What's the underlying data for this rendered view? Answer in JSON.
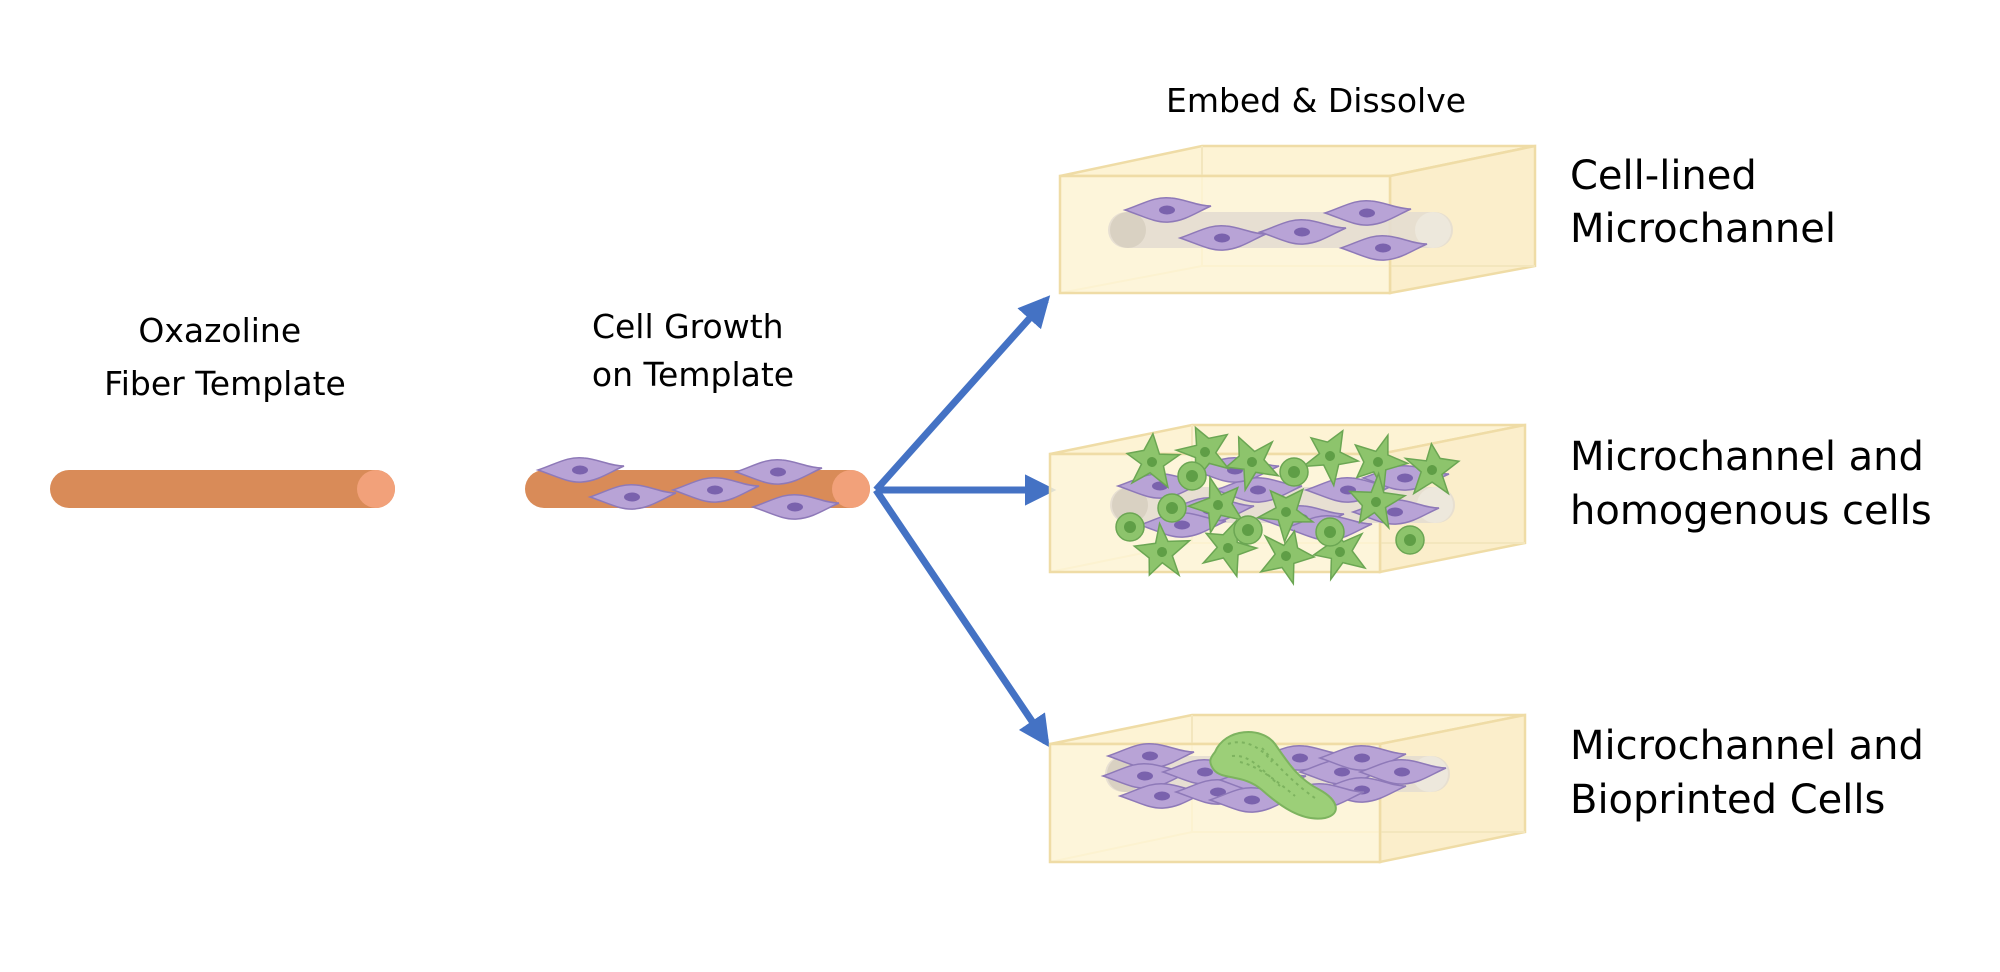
{
  "labels": {
    "fiber_template": [
      "Oxazoline",
      "Fiber Template"
    ],
    "cell_growth": [
      "Cell Growth",
      "on Template"
    ],
    "embed_dissolve": "Embed & Dissolve",
    "outcome_1": [
      "Cell-lined",
      "Microchannel"
    ],
    "outcome_2": [
      "Microchannel and",
      "homogenous cells"
    ],
    "outcome_3": [
      "Microchannel and",
      "Bioprinted Cells"
    ]
  },
  "colors": {
    "fiber": "#d98b58",
    "fiber_end": "#f2a17a",
    "cell_fill": "#b8a3d6",
    "cell_nucleus": "#7a62ad",
    "green_cell": "#8dc46c",
    "green_nucleus": "#5f9e46",
    "gel_block": "#fdf3d4",
    "gel_edge": "#efdca6",
    "arrow": "#4472c4"
  }
}
